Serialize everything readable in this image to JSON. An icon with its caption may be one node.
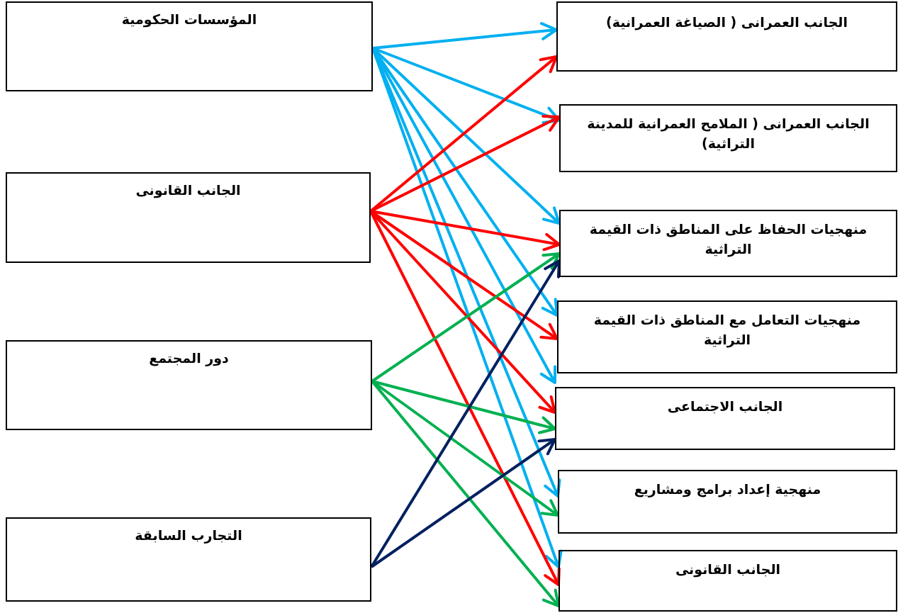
{
  "diagram": {
    "nodes": [
      {
        "text": [
          "المؤسسات الحكومية"
        ]
      },
      {
        "text": [
          "الجانب القانونى"
        ]
      },
      {
        "text": [
          "دور المجتمع"
        ]
      },
      {
        "text": [
          "التجارب السابقة"
        ]
      },
      {
        "text": [
          "الجانب العمرانى ( الصياغة العمرانية)"
        ]
      },
      {
        "text": [
          "الجانب العمرانى ( الملامح العمرانية للمدينة التراثية)"
        ]
      },
      {
        "text": [
          "منهجيات الحفاظ على المناطق ذات القيمة التراثية"
        ]
      },
      {
        "text": [
          "منهجيات التعامل مع المناطق ذات القيمة التراثية"
        ]
      },
      {
        "text": [
          "الجانب الاجتماعى"
        ]
      },
      {
        "text": [
          "منهجية إعداد برامج ومشاريع"
        ]
      },
      {
        "text": [
          "الجانب القانونى"
        ]
      }
    ],
    "edges": [
      {
        "from": 0,
        "to": 4,
        "arrow": "to"
      },
      {
        "from": 0,
        "to": 5,
        "arrow": "to"
      },
      {
        "from": 0,
        "to": 6,
        "arrow": "to"
      },
      {
        "from": 0,
        "to": 7,
        "arrow": "to"
      },
      {
        "from": 0,
        "to": 8,
        "arrow": "to"
      },
      {
        "from": 0,
        "to": 9,
        "arrow": "to"
      },
      {
        "from": 0,
        "to": 10,
        "arrow": "to"
      },
      {
        "from": 1,
        "to": 4,
        "arrow": "to",
        "color": "#ff0000"
      },
      {
        "from": 1,
        "to": 5,
        "arrow": "to",
        "color": "#ff0000"
      },
      {
        "from": 1,
        "to": 6,
        "arrow": "to",
        "color": "#ff0000"
      },
      {
        "from": 1,
        "to": 7,
        "arrow": "to",
        "color": "#ff0000"
      },
      {
        "from": 1,
        "to": 8,
        "arrow": "to",
        "color": "#ff0000"
      },
      {
        "from": 1,
        "to": 10,
        "arrow": "to",
        "color": "#ff0000"
      },
      {
        "from": 2,
        "to": 6,
        "arrow": "to",
        "color": "#00b050"
      },
      {
        "from": 2,
        "to": 8,
        "arrow": "to",
        "color": "#00b050"
      },
      {
        "from": 2,
        "to": 9,
        "arrow": "to",
        "color": "#00b050"
      },
      {
        "from": 2,
        "to": 10,
        "arrow": "to",
        "color": "#00b050"
      },
      {
        "from": 3,
        "to": 6,
        "arrow": "to",
        "color": "#002060"
      },
      {
        "from": 3,
        "to": 8,
        "arrow": "to",
        "color": "#002060"
      }
    ]
  }
}
